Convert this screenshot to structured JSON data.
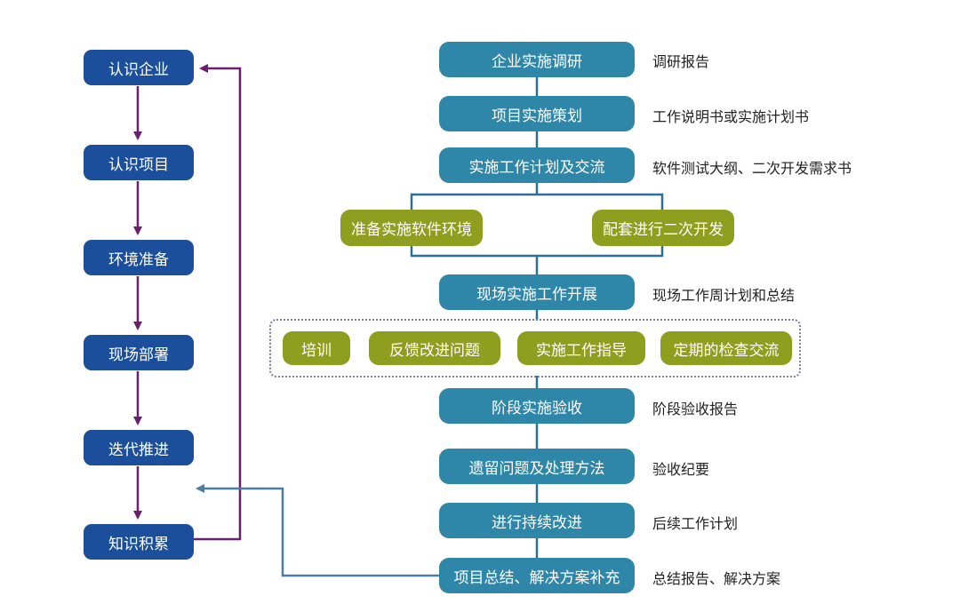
{
  "left_column": {
    "items": [
      "认识企业",
      "认识项目",
      "环境准备",
      "现场部署",
      "迭代推进",
      "知识积累"
    ]
  },
  "main_flow": {
    "steps": [
      {
        "label": "企业实施调研",
        "note": "调研报告"
      },
      {
        "label": "项目实施策划",
        "note": "工作说明书或实施计划书"
      },
      {
        "label": "实施工作计划及交流",
        "note": "软件测试大纲、二次开发需求书"
      },
      {
        "label": "现场实施工作开展",
        "note": "现场工作周计划和总结"
      },
      {
        "label": "阶段实施验收",
        "note": "阶段验收报告"
      },
      {
        "label": "遗留问题及处理方法",
        "note": "验收纪要"
      },
      {
        "label": "进行持续改进",
        "note": "后续工作计划"
      },
      {
        "label": "项目总结、解决方案补充",
        "note": "总结报告、解决方案"
      }
    ],
    "parallel": [
      "准备实施软件环境",
      "配套进行二次开发"
    ],
    "activities": [
      "培训",
      "反馈改进问题",
      "实施工作指导",
      "定期的检查交流"
    ]
  },
  "colors": {
    "left_box": "#1b4f9c",
    "main_box": "#2e86a8",
    "activity_box": "#8e9e1e",
    "purple_arrow": "#6a1f6e",
    "blue_arrow": "#4a7fa3"
  }
}
